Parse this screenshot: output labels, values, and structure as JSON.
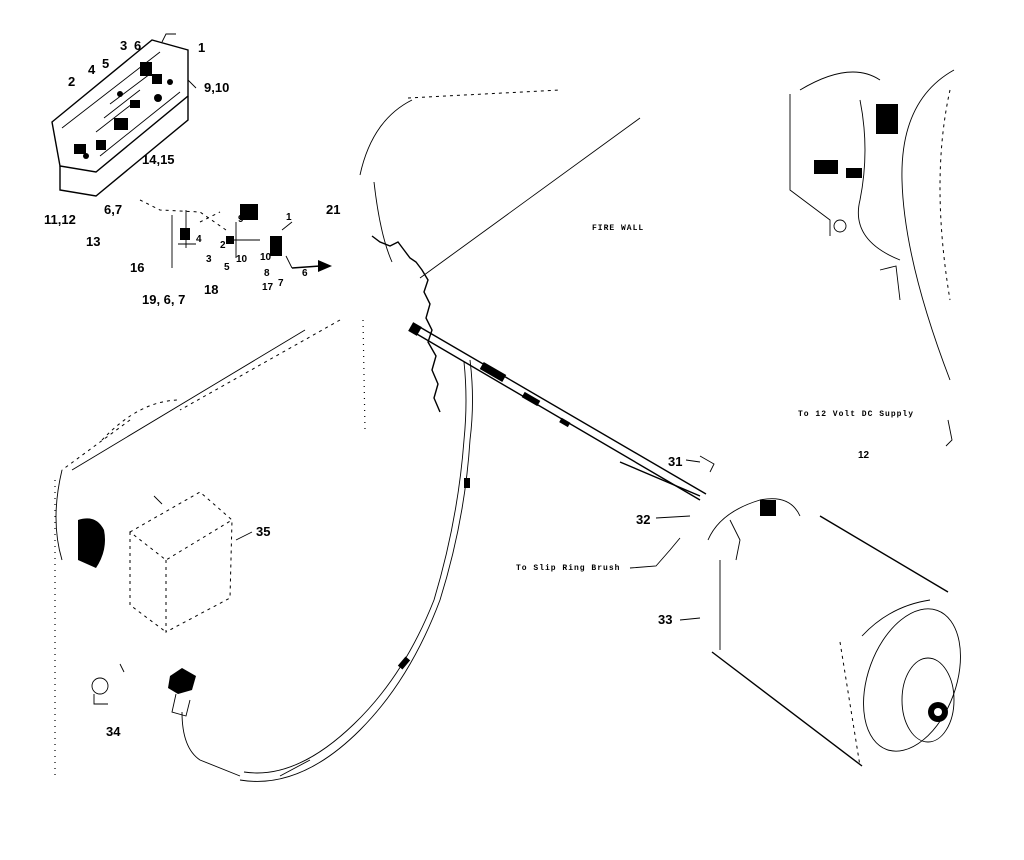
{
  "callouts": {
    "c1": "1",
    "c2": "2",
    "c3": "3",
    "c4": "4",
    "c5": "5",
    "c6": "6",
    "c9_10": "9,10",
    "c14_15": "14,15",
    "c11_12": "11,12",
    "c6_7": "6,7",
    "c13": "13",
    "c16": "16",
    "c19_6_7": "19, 6, 7",
    "c18": "18",
    "c21": "21",
    "c31": "31",
    "c32": "32",
    "c33": "33",
    "c34": "34",
    "c35": "35"
  },
  "small_labels": {
    "s1": "1",
    "s2": "2",
    "s3": "3",
    "s4": "4",
    "s5": "5",
    "s6": "6",
    "s7": "7",
    "s8": "8",
    "s9": "9",
    "s10": "10",
    "s10b": "10",
    "s17": "17",
    "s12": "12"
  },
  "notes": {
    "fire_wall": "FIRE WALL",
    "dc_supply": "To 12 Volt DC Supply",
    "slip_ring": "To Slip Ring Brush"
  }
}
